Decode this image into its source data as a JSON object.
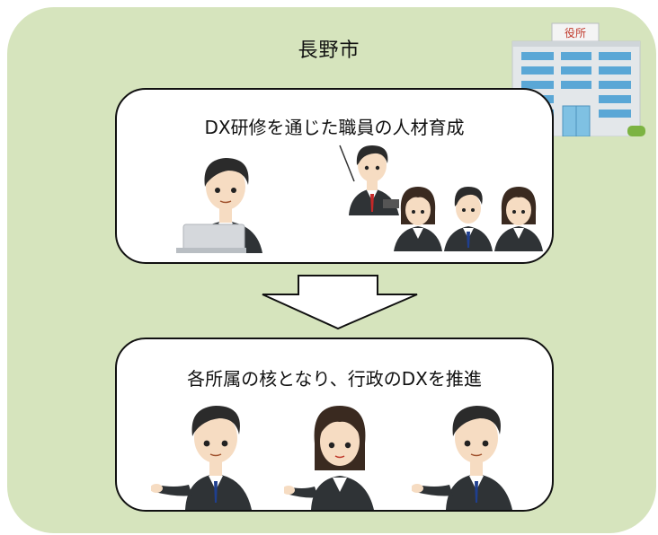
{
  "title": "長野市",
  "building_sign": "役所",
  "top_box": {
    "caption": "DX研修を通じた職員の人材育成"
  },
  "bottom_box": {
    "caption": "各所属の核となり、行政のDXを推進"
  },
  "colors": {
    "panel": "#d6e4bd",
    "suit": "#2f3336",
    "hair_dark": "#2b2b2b",
    "hair_brown": "#3a2a20",
    "skin": "#f6dcc2",
    "tie_blue": "#1f3f8f",
    "tie_red": "#c62828",
    "laptop": "#d5d8dc",
    "building": "#dfe3e6",
    "window": "#5aa7d6"
  }
}
